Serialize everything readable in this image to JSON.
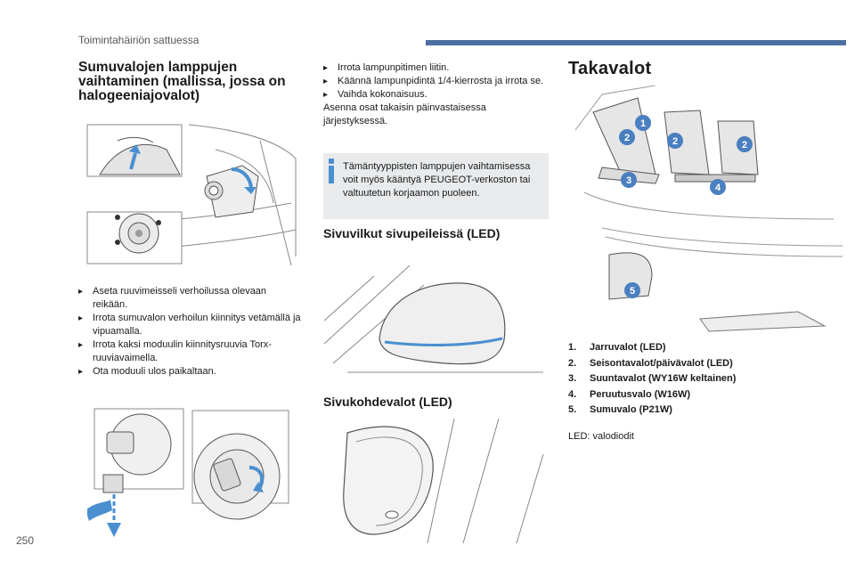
{
  "header": {
    "section_title": "Toimintahäiriön sattuessa",
    "page_number": "250"
  },
  "fog": {
    "title_lines": [
      "Sumuvalojen lamppujen",
      "vaihtaminen (mallissa, jossa on",
      "halogeeniajovalot)"
    ],
    "steps": [
      "Aseta ruuvimeisseli verhoilussa olevaan reikään.",
      "Irrota sumuvalon verhoilun kiinnitys vetämällä ja vipuamalla.",
      "Irrota kaksi moduulin kiinnitysruuvia Torx-ruuviavaimella.",
      "Ota moduuli ulos paikaltaan."
    ]
  },
  "middle": {
    "steps": [
      "Irrota lampunpitimen liitin.",
      "Käännä lampunpidintä 1/4-kierrosta ja irrota se.",
      "Vaihda kokonaisuus."
    ],
    "reassemble": "Asenna osat takaisin päinvastaisessa järjestyksessä.",
    "info": "Tämäntyyppisten lamppujen vaihtamisessa voit myös kääntyä PEUGEOT-verkoston tai valtuutetun korjaamon puoleen.",
    "mirror_title": "Sivuvilkut sivupeileissä (LED)",
    "side_title": "Sivukohdevalot (LED)"
  },
  "rear": {
    "title": "Takavalot",
    "badges": [
      "1",
      "2",
      "2",
      "2",
      "3",
      "4",
      "5"
    ],
    "legend": [
      {
        "num": "1.",
        "label": "Jarruvalot (LED)"
      },
      {
        "num": "2.",
        "label": "Seisontavalot/päivävalot (LED)"
      },
      {
        "num": "3.",
        "label": "Suuntavalot (WY16W keltainen)"
      },
      {
        "num": "4.",
        "label": "Peruutusvalo (W16W)"
      },
      {
        "num": "5.",
        "label": "Sumuvalo (P21W)"
      }
    ],
    "led_note": "LED: valodiodit"
  },
  "colors": {
    "accent": "#4a6fa0",
    "badge": "#4a7fc0",
    "info_bg": "#e8eaec"
  }
}
